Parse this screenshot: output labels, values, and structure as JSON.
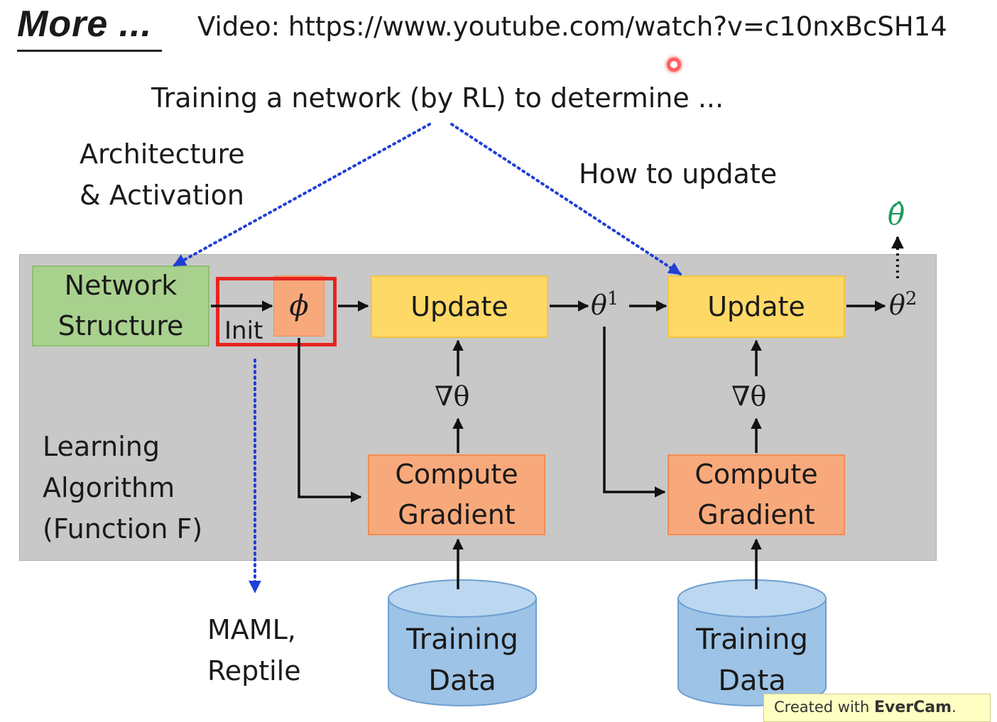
{
  "header": {
    "title": "More ...",
    "video_line": "Video: https://www.youtube.com/watch?v=c10nxBcSH14"
  },
  "heading": "Training a network (by RL) to determine ...",
  "labels": {
    "arch_line1": "Architecture",
    "arch_line2": "& Activation",
    "how_to_update": "How to update",
    "learning_line1": "Learning",
    "learning_line2": "Algorithm",
    "learning_line3": "(Function F)",
    "maml_line1": "MAML,",
    "maml_line2": "Reptile",
    "init": "Init"
  },
  "nodes": {
    "network_structure_line1": "Network",
    "network_structure_line2": "Structure",
    "phi": "ϕ",
    "update1": "Update",
    "update2": "Update",
    "grad1": "∇θ",
    "grad2": "∇θ",
    "compute1_line1": "Compute",
    "compute1_line2": "Gradient",
    "compute2_line1": "Compute",
    "compute2_line2": "Gradient",
    "theta1": "θ",
    "theta1_sup": "1",
    "theta2": "θ",
    "theta2_sup": "2",
    "theta_hat": "θ̂",
    "data1_line1": "Training",
    "data1_line2": "Data",
    "data2_line1": "Training",
    "data2_line2": "Data"
  },
  "watermark": {
    "prefix": "Created with ",
    "brand": "EverCam",
    "suffix": "."
  },
  "colors": {
    "green_box": "#a9d18e",
    "yellow_box": "#ffd966",
    "orange_box": "#f8a97b",
    "cylinder": "#9dc3e6",
    "panel": "#c8c8c8",
    "highlight_frame": "#e8231e",
    "dotted_arrow": "#1f3fd6",
    "theta_hat": "#1a9a5a"
  }
}
